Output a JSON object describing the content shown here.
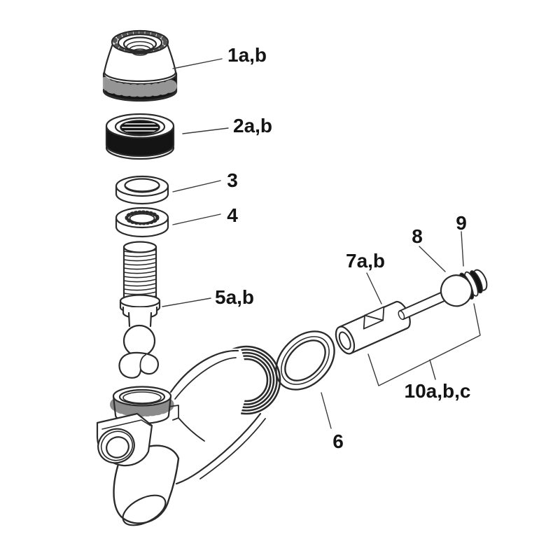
{
  "parts_diagram": {
    "colors": {
      "background": "#ffffff",
      "line": "#2b2b2b",
      "leader": "#3a3a3a",
      "label_text": "#141414",
      "band_fill": "#141414"
    },
    "callouts": [
      {
        "label": "1a,b"
      },
      {
        "label": "2a,b"
      },
      {
        "label": "3"
      },
      {
        "label": "4"
      },
      {
        "label": "5a,b"
      },
      {
        "label": "6"
      },
      {
        "label": "7a,b"
      },
      {
        "label": "8"
      },
      {
        "label": "9"
      },
      {
        "label": "10a,b,c"
      }
    ]
  }
}
